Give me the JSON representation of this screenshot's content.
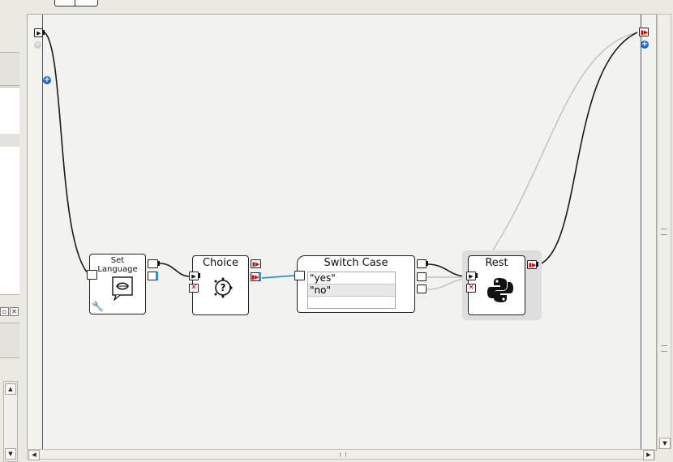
{
  "diagram": {
    "boxes": {
      "set_language": {
        "title": "Set Language",
        "icon": "speech-lips-icon"
      },
      "choice": {
        "title": "Choice",
        "icon": "question-dial-icon"
      },
      "switch_case": {
        "title": "Switch Case",
        "cases": [
          "\"yes\"",
          "\"no\"",
          ""
        ]
      },
      "rest": {
        "title": "Rest",
        "icon": "python-logo-icon"
      }
    }
  },
  "colors": {
    "canvas": "#f2f3ee",
    "link_selected": "#2a8fe0",
    "link_inactive": "#bfbfbf",
    "port_stop": "#d00000",
    "add_button": "#1e63d6"
  }
}
